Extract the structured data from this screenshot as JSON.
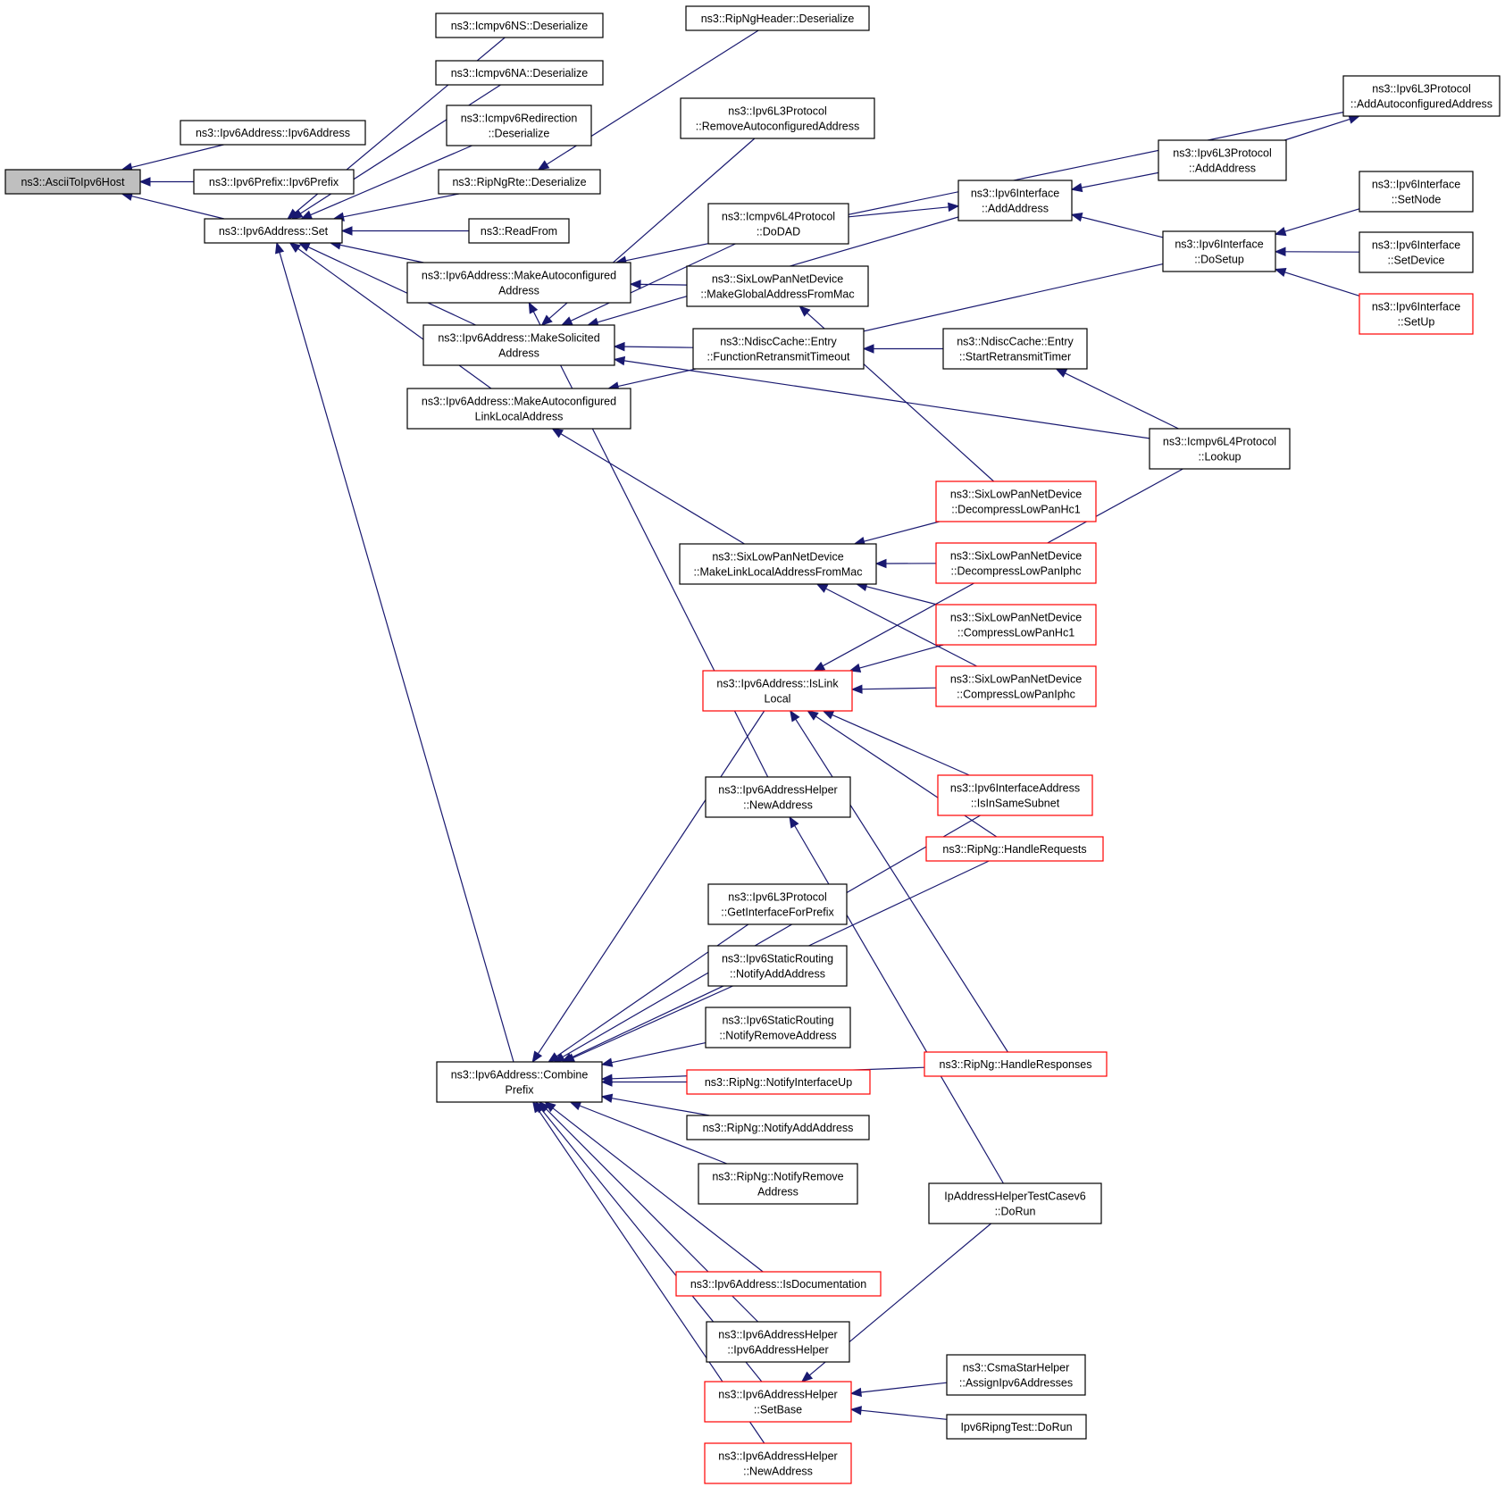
{
  "colors": {
    "edge": "#191970",
    "node_border": "#000000",
    "truncated_node_border": "#ff0000",
    "root_fill": "#bfbfbf",
    "node_fill": "#ffffff"
  },
  "nodes": {
    "n0": {
      "lines": [
        "ns3::AsciiToIpv6Host"
      ],
      "root": true
    },
    "n1": {
      "lines": [
        "ns3::Ipv6Address::Ipv6Address"
      ]
    },
    "n2": {
      "lines": [
        "ns3::Ipv6Prefix::Ipv6Prefix"
      ]
    },
    "n3": {
      "lines": [
        "ns3::Ipv6Address::Set"
      ]
    },
    "n4": {
      "lines": [
        "ns3::Icmpv6NS::Deserialize"
      ]
    },
    "n5": {
      "lines": [
        "ns3::Icmpv6NA::Deserialize"
      ]
    },
    "n6": {
      "lines": [
        "ns3::Icmpv6Redirection",
        "::Deserialize"
      ]
    },
    "n7": {
      "lines": [
        "ns3::RipNgRte::Deserialize"
      ]
    },
    "n8": {
      "lines": [
        "ns3::ReadFrom"
      ]
    },
    "n9": {
      "lines": [
        "ns3::Ipv6Address::MakeAutoconfigured",
        "Address"
      ]
    },
    "n10": {
      "lines": [
        "ns3::Ipv6Address::MakeSolicited",
        "Address"
      ]
    },
    "n11": {
      "lines": [
        "ns3::Ipv6Address::MakeAutoconfigured",
        "LinkLocalAddress"
      ]
    },
    "n12": {
      "lines": [
        "ns3::Ipv6Address::Combine",
        "Prefix"
      ]
    },
    "n13": {
      "lines": [
        "ns3::RipNgHeader::Deserialize"
      ]
    },
    "n14": {
      "lines": [
        "ns3::Ipv6L3Protocol",
        "::RemoveAutoconfiguredAddress"
      ]
    },
    "n15": {
      "lines": [
        "ns3::Icmpv6L4Protocol",
        "::DoDAD"
      ]
    },
    "n16": {
      "lines": [
        "ns3::SixLowPanNetDevice",
        "::MakeGlobalAddressFromMac"
      ]
    },
    "n17": {
      "lines": [
        "ns3::NdiscCache::Entry",
        "::FunctionRetransmitTimeout"
      ]
    },
    "n18": {
      "lines": [
        "ns3::SixLowPanNetDevice",
        "::MakeLinkLocalAddressFromMac"
      ]
    },
    "n19": {
      "lines": [
        "ns3::Ipv6Address::IsLink",
        "Local"
      ],
      "truncated": true
    },
    "n20": {
      "lines": [
        "ns3::Ipv6AddressHelper",
        "::NewAddress"
      ]
    },
    "n21": {
      "lines": [
        "ns3::Ipv6L3Protocol",
        "::GetInterfaceForPrefix"
      ]
    },
    "n22": {
      "lines": [
        "ns3::Ipv6StaticRouting",
        "::NotifyAddAddress"
      ]
    },
    "n23": {
      "lines": [
        "ns3::Ipv6StaticRouting",
        "::NotifyRemoveAddress"
      ]
    },
    "n24": {
      "lines": [
        "ns3::RipNg::NotifyInterfaceUp"
      ],
      "truncated": true
    },
    "n25": {
      "lines": [
        "ns3::RipNg::NotifyAddAddress"
      ]
    },
    "n26": {
      "lines": [
        "ns3::RipNg::NotifyRemove",
        "Address"
      ]
    },
    "n27": {
      "lines": [
        "ns3::Ipv6Address::IsDocumentation"
      ],
      "truncated": true
    },
    "n28": {
      "lines": [
        "ns3::Ipv6AddressHelper",
        "::Ipv6AddressHelper"
      ]
    },
    "n29": {
      "lines": [
        "ns3::Ipv6AddressHelper",
        "::SetBase"
      ],
      "truncated": true
    },
    "n30": {
      "lines": [
        "ns3::Ipv6AddressHelper",
        "::NewAddress"
      ],
      "truncated": true
    },
    "n31": {
      "lines": [
        "ns3::Ipv6L3Protocol",
        "::AddAutoconfiguredAddress"
      ]
    },
    "n32": {
      "lines": [
        "ns3::Ipv6Interface",
        "::AddAddress"
      ]
    },
    "n33": {
      "lines": [
        "ns3::Ipv6L3Protocol",
        "::AddAddress"
      ]
    },
    "n34": {
      "lines": [
        "ns3::Ipv6Interface",
        "::DoSetup"
      ]
    },
    "n35": {
      "lines": [
        "ns3::Ipv6Interface",
        "::SetNode"
      ]
    },
    "n36": {
      "lines": [
        "ns3::Ipv6Interface",
        "::SetDevice"
      ]
    },
    "n37": {
      "lines": [
        "ns3::Ipv6Interface",
        "::SetUp"
      ],
      "truncated": true
    },
    "n38": {
      "lines": [
        "ns3::NdiscCache::Entry",
        "::StartRetransmitTimer"
      ]
    },
    "n39": {
      "lines": [
        "ns3::Icmpv6L4Protocol",
        "::Lookup"
      ]
    },
    "n40": {
      "lines": [
        "ns3::SixLowPanNetDevice",
        "::DecompressLowPanHc1"
      ],
      "truncated": true
    },
    "n41": {
      "lines": [
        "ns3::SixLowPanNetDevice",
        "::DecompressLowPanIphc"
      ],
      "truncated": true
    },
    "n42": {
      "lines": [
        "ns3::SixLowPanNetDevice",
        "::CompressLowPanHc1"
      ],
      "truncated": true
    },
    "n43": {
      "lines": [
        "ns3::SixLowPanNetDevice",
        "::CompressLowPanIphc"
      ],
      "truncated": true
    },
    "n44": {
      "lines": [
        "ns3::Ipv6InterfaceAddress",
        "::IsInSameSubnet"
      ],
      "truncated": true
    },
    "n45": {
      "lines": [
        "ns3::RipNg::HandleRequests"
      ],
      "truncated": true
    },
    "n46": {
      "lines": [
        "ns3::RipNg::HandleResponses"
      ],
      "truncated": true
    },
    "n47": {
      "lines": [
        "IpAddressHelperTestCasev6",
        "::DoRun"
      ]
    },
    "n48": {
      "lines": [
        "ns3::CsmaStarHelper",
        "::AssignIpv6Addresses"
      ]
    },
    "n49": {
      "lines": [
        "Ipv6RipngTest::DoRun"
      ]
    }
  },
  "edges": [
    [
      "n1",
      "n0"
    ],
    [
      "n2",
      "n0"
    ],
    [
      "n3",
      "n0"
    ],
    [
      "n4",
      "n3"
    ],
    [
      "n5",
      "n3"
    ],
    [
      "n6",
      "n3"
    ],
    [
      "n7",
      "n3"
    ],
    [
      "n8",
      "n3"
    ],
    [
      "n9",
      "n3"
    ],
    [
      "n10",
      "n3"
    ],
    [
      "n11",
      "n3"
    ],
    [
      "n12",
      "n3"
    ],
    [
      "n13",
      "n7"
    ],
    [
      "n31",
      "n9"
    ],
    [
      "n16",
      "n9"
    ],
    [
      "n20",
      "n9"
    ],
    [
      "n14",
      "n10"
    ],
    [
      "n15",
      "n10"
    ],
    [
      "n32",
      "n10"
    ],
    [
      "n17",
      "n10"
    ],
    [
      "n39",
      "n10"
    ],
    [
      "n34",
      "n11"
    ],
    [
      "n18",
      "n11"
    ],
    [
      "n33",
      "n31"
    ],
    [
      "n15",
      "n32"
    ],
    [
      "n33",
      "n32"
    ],
    [
      "n34",
      "n32"
    ],
    [
      "n35",
      "n34"
    ],
    [
      "n36",
      "n34"
    ],
    [
      "n37",
      "n34"
    ],
    [
      "n40",
      "n16"
    ],
    [
      "n38",
      "n17"
    ],
    [
      "n39",
      "n38"
    ],
    [
      "n40",
      "n18"
    ],
    [
      "n41",
      "n18"
    ],
    [
      "n42",
      "n18"
    ],
    [
      "n43",
      "n18"
    ],
    [
      "n42",
      "n19"
    ],
    [
      "n43",
      "n19"
    ],
    [
      "n39",
      "n19"
    ],
    [
      "n44",
      "n19"
    ],
    [
      "n45",
      "n19"
    ],
    [
      "n46",
      "n19"
    ],
    [
      "n47",
      "n20"
    ],
    [
      "n19",
      "n12"
    ],
    [
      "n44",
      "n12"
    ],
    [
      "n45",
      "n12"
    ],
    [
      "n21",
      "n12"
    ],
    [
      "n22",
      "n12"
    ],
    [
      "n23",
      "n12"
    ],
    [
      "n24",
      "n12"
    ],
    [
      "n25",
      "n12"
    ],
    [
      "n26",
      "n12"
    ],
    [
      "n46",
      "n12"
    ],
    [
      "n27",
      "n12"
    ],
    [
      "n28",
      "n12"
    ],
    [
      "n29",
      "n12"
    ],
    [
      "n30",
      "n12"
    ],
    [
      "n47",
      "n29"
    ],
    [
      "n48",
      "n29"
    ],
    [
      "n49",
      "n29"
    ]
  ]
}
